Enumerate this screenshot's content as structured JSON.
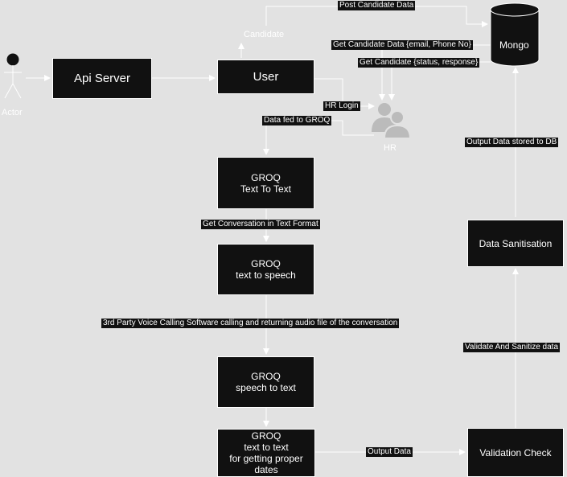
{
  "nodes": {
    "actor": "Actor",
    "api_server": "Api Server",
    "user": "User",
    "candidate": "Candidate",
    "hr": "HR",
    "mongo": "Mongo",
    "groq_tt": "GROQ\nText To Text",
    "groq_tts": "GROQ\ntext to speech",
    "groq_stt": "GROQ\nspeech to text",
    "groq_dates": "GROQ\ntext to text\nfor getting proper\ndates",
    "validation": "Validation Check",
    "sanitisation": "Data Sanitisation"
  },
  "edges": {
    "post_candidate": "Post Candidate Data",
    "get_candidate_data": "Get Candidate Data {email, Phone No}",
    "get_candidate_status": "Get Candidate {status, response}",
    "hr_login": "HR Login",
    "data_fed": "Data fed to GROQ",
    "get_conversation": "Get Conversation in Text Format",
    "voice_calling": "3rd Party Voice Calling Software calling and returning audio file of the conversation",
    "output_data": "Output Data",
    "validate_sanitize": "Validate And Sanitize data",
    "output_stored": "Output Data stored to DB"
  }
}
